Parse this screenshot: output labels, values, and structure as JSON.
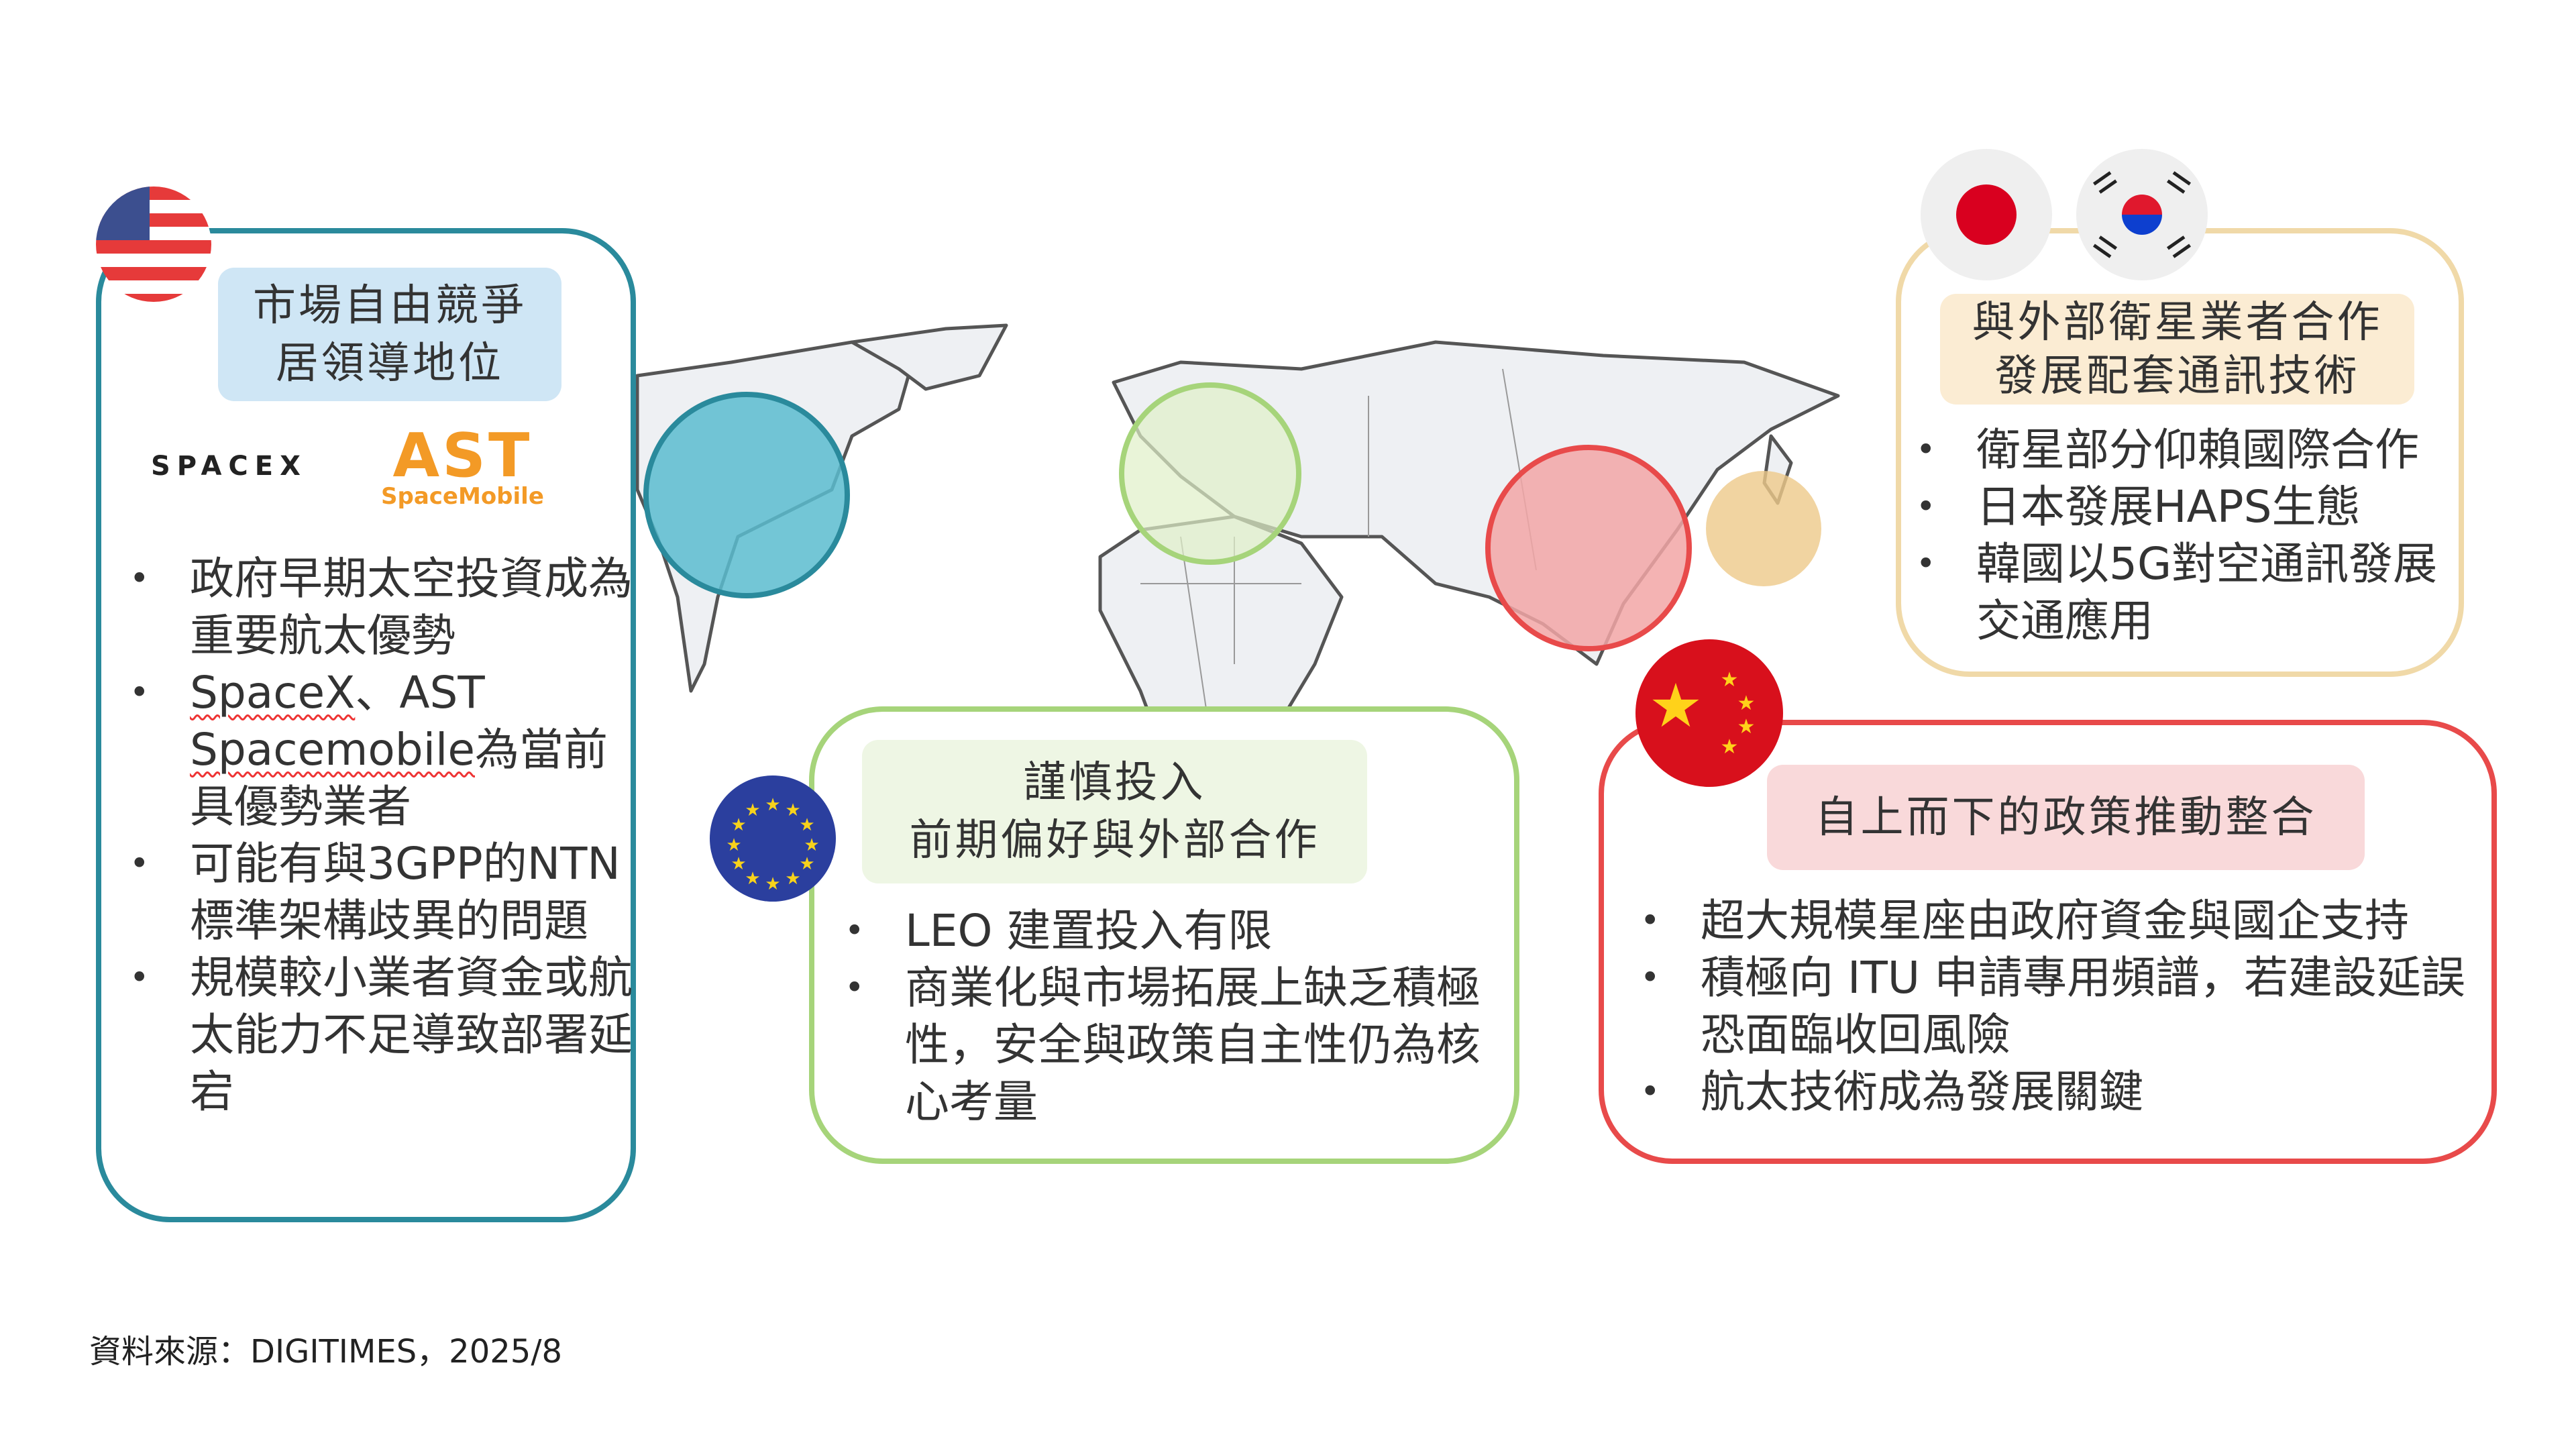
{
  "usa": {
    "title_lines": [
      "市場自由競爭",
      "居領導地位"
    ],
    "logos": {
      "spacex": "SPACEX",
      "ast": "AST",
      "ast_sub": "SpaceMobile"
    },
    "bullets": [
      {
        "text": "政府早期太空投資成為重要航太優勢"
      },
      {
        "prefix1": "SpaceX",
        "mid": "、AST",
        "prefix2": "Spacemobile",
        "text": "為當前具優勢業者"
      },
      {
        "text": "可能有與3GPP的NTN標準架構歧異的問題"
      },
      {
        "text": "規模較小業者資金或航太能力不足導致部署延宕"
      }
    ],
    "color": "#2a8a9c"
  },
  "eu": {
    "title_lines": [
      "謹慎投入",
      "前期偏好與外部合作"
    ],
    "bullets": [
      "LEO 建置投入有限",
      "商業化與市場拓展上缺乏積極性，安全與政策自主性仍為核心考量"
    ],
    "color": "#a6d47a"
  },
  "japan_korea": {
    "title_lines": [
      "與外部衛星業者合作",
      "發展配套通訊技術"
    ],
    "bullets": [
      "衛星部分仰賴國際合作",
      "日本發展HAPS生態",
      "韓國以5G對空通訊發展交通應用"
    ],
    "color": "#f0d9a8"
  },
  "china": {
    "title_lines": [
      "自上而下的政策推動整合"
    ],
    "bullets": [
      "超大規模星座由政府資金與國企支持",
      "積極向 ITU 申請專用頻譜，若建設延誤恐面臨收回風險",
      "航太技術成為發展關鍵"
    ],
    "color": "#e84a4a"
  },
  "source": "資料來源：DIGITIMES，2025/8"
}
